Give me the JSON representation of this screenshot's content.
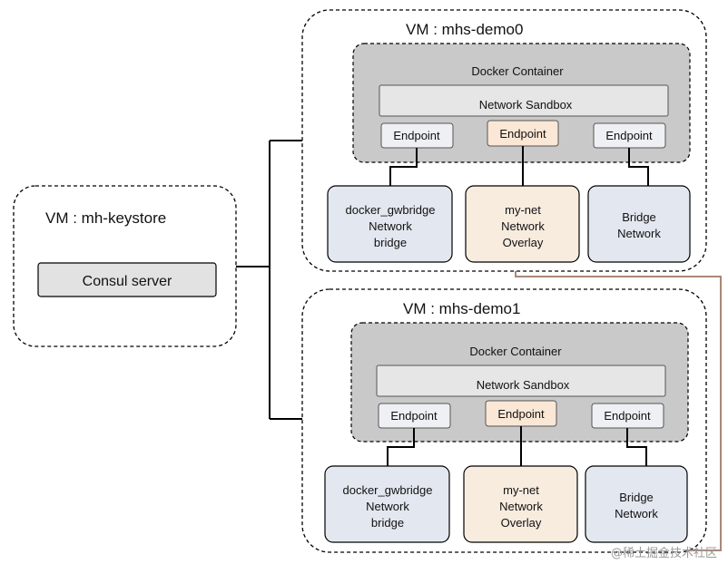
{
  "keystore": {
    "title": "VM : mh-keystore",
    "consul_label": "Consul server"
  },
  "vms": [
    {
      "title": "VM : mhs-demo0",
      "container_label": "Docker Container",
      "sandbox_label": "Network Sandbox",
      "endpoints": [
        "Endpoint",
        "Endpoint",
        "Endpoint"
      ],
      "networks": [
        {
          "lines": [
            "docker_gwbridge",
            "Network",
            "bridge"
          ]
        },
        {
          "lines": [
            "my-net",
            "Network",
            "Overlay"
          ]
        },
        {
          "lines": [
            "Bridge",
            "Network"
          ]
        }
      ]
    },
    {
      "title": "VM : mhs-demo1",
      "container_label": "Docker Container",
      "sandbox_label": "Network Sandbox",
      "endpoints": [
        "Endpoint",
        "Endpoint",
        "Endpoint"
      ],
      "networks": [
        {
          "lines": [
            "docker_gwbridge",
            "Network",
            "bridge"
          ]
        },
        {
          "lines": [
            "my-net",
            "Network",
            "Overlay"
          ]
        },
        {
          "lines": [
            "Bridge",
            "Network"
          ]
        }
      ]
    }
  ],
  "watermark": "@稀土掘金技术社区",
  "colors": {
    "container_fill": "#c9c9c9",
    "sandbox_fill": "#e6e6e6",
    "endpoint_fill": "#eef0f4",
    "overlay_endpoint_fill": "#fbe7d5",
    "network_fill": "#e3e8f0",
    "overlay_network_fill": "#f8ecdf",
    "overlay_link": "#a88878"
  }
}
